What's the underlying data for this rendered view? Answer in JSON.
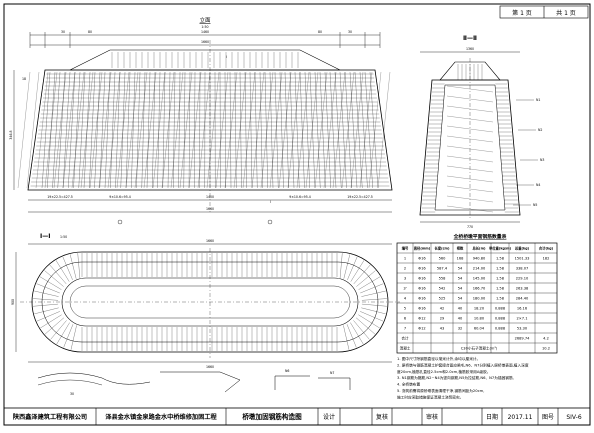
{
  "header": {
    "sheet_label": "第 1 页",
    "total_label": "共 1 页"
  },
  "elevation": {
    "title": "立面",
    "scale": "1:50",
    "top_dims": [
      "30",
      "80",
      "1460",
      "80",
      "30"
    ],
    "overall_top": "1660",
    "bottom_dims": [
      "19×22.5=427.5",
      "9×10.6=95.4",
      "1400",
      "9×10.6=95.4",
      "19×22.5=427.5"
    ],
    "overall_bottom": "1660",
    "height_label": "346.8",
    "section_mark": "I",
    "left_dim": "18"
  },
  "section_ii": {
    "title": "Ⅱ—Ⅱ",
    "top_dims": [
      "30",
      "100",
      "150",
      "100",
      "30"
    ],
    "overall": "1360",
    "bottom_dim": "770",
    "callouts": [
      "N1",
      "N2",
      "N3",
      "N4",
      "N5"
    ]
  },
  "plan": {
    "title": "Ⅰ—Ⅰ",
    "scale": "1:50",
    "top_dim": "1660",
    "bottom_dim": "1660",
    "width_dim": "900"
  },
  "table": {
    "title": "全桥桥墩平面钢筋数量表",
    "headers": [
      "编号",
      "直径(mm)",
      "长度(cm)",
      "根数",
      "总长(m)",
      "单位重(kg/m)",
      "总重(kg)",
      "合计(kg)"
    ],
    "rows": [
      [
        "1",
        "Φ16",
        "560",
        "168",
        "940.80",
        "1.58",
        "1501.33",
        "182"
      ],
      [
        "2",
        "Φ16",
        "587.4",
        "54",
        "214.00",
        "1.58",
        "338.07",
        ""
      ],
      [
        "3",
        "Φ16",
        "558",
        "54",
        "145.00",
        "1.58",
        "229.10",
        ""
      ],
      [
        "3'",
        "Φ16",
        "542",
        "54",
        "166.70",
        "1.58",
        "263.38",
        ""
      ],
      [
        "4",
        "Φ16",
        "525",
        "54",
        "180.00",
        "1.58",
        "284.40",
        ""
      ],
      [
        "5",
        "Φ16",
        "42",
        "40",
        "18.20",
        "0.888",
        "16.16",
        ""
      ],
      [
        "6",
        "Φ12",
        "29",
        "40",
        "10.80",
        "0.888",
        "2×7.1",
        ""
      ],
      [
        "7",
        "Φ12",
        "43",
        "32",
        "60.04",
        "0.888",
        "53.30",
        ""
      ]
    ],
    "total_row": [
      "合计",
      "",
      "",
      "",
      "",
      "",
      "2689.74",
      "4.2"
    ],
    "concrete_row": [
      "混凝土",
      "",
      "",
      "",
      "C30小石子混凝土(m³)",
      "",
      "",
      "10.2"
    ]
  },
  "notes": [
    "1. 图中尺寸除钢筋直径以毫米计外,余均以厘米计。",
    "2. 原桥墩与钢筋混凝土护套接合面应凿毛,N6、N7分别植入原桥墩表面,植入深度",
    "   度20cm,植筋孔直径2.5cm和2.0cm,植筋胶采用A级胶。",
    "3. N1钢筋为箍筋,N2~N4为竖向钢筋,N5为拉结筋,N6、N7为锚固钢筋,",
    "4. 全桥墩布置",
    "5. 浇筑前需将原桥墩表面清理干净,钢筋间距为20cm,",
    "   施工时应采取措施保证混凝土浇筑密实。"
  ],
  "small_details": {
    "detail1_label": "30",
    "detail2_label": "N6",
    "detail3_label": "N7"
  },
  "title_block": {
    "company": "陕西鑫泽建筑工程有限公司",
    "project": "泽县金水镇金泉路金水中桥维修加固工程",
    "drawing_name": "桥墩加固钢筋构造图",
    "design_label": "设计",
    "review_label": "复核",
    "approve_label": "审核",
    "date_label": "日期",
    "date_value": "2017.11",
    "drawing_no_label": "图号",
    "drawing_no_value": "SIV-6"
  },
  "colors": {
    "ink": "#000000",
    "paper": "#ffffff"
  }
}
